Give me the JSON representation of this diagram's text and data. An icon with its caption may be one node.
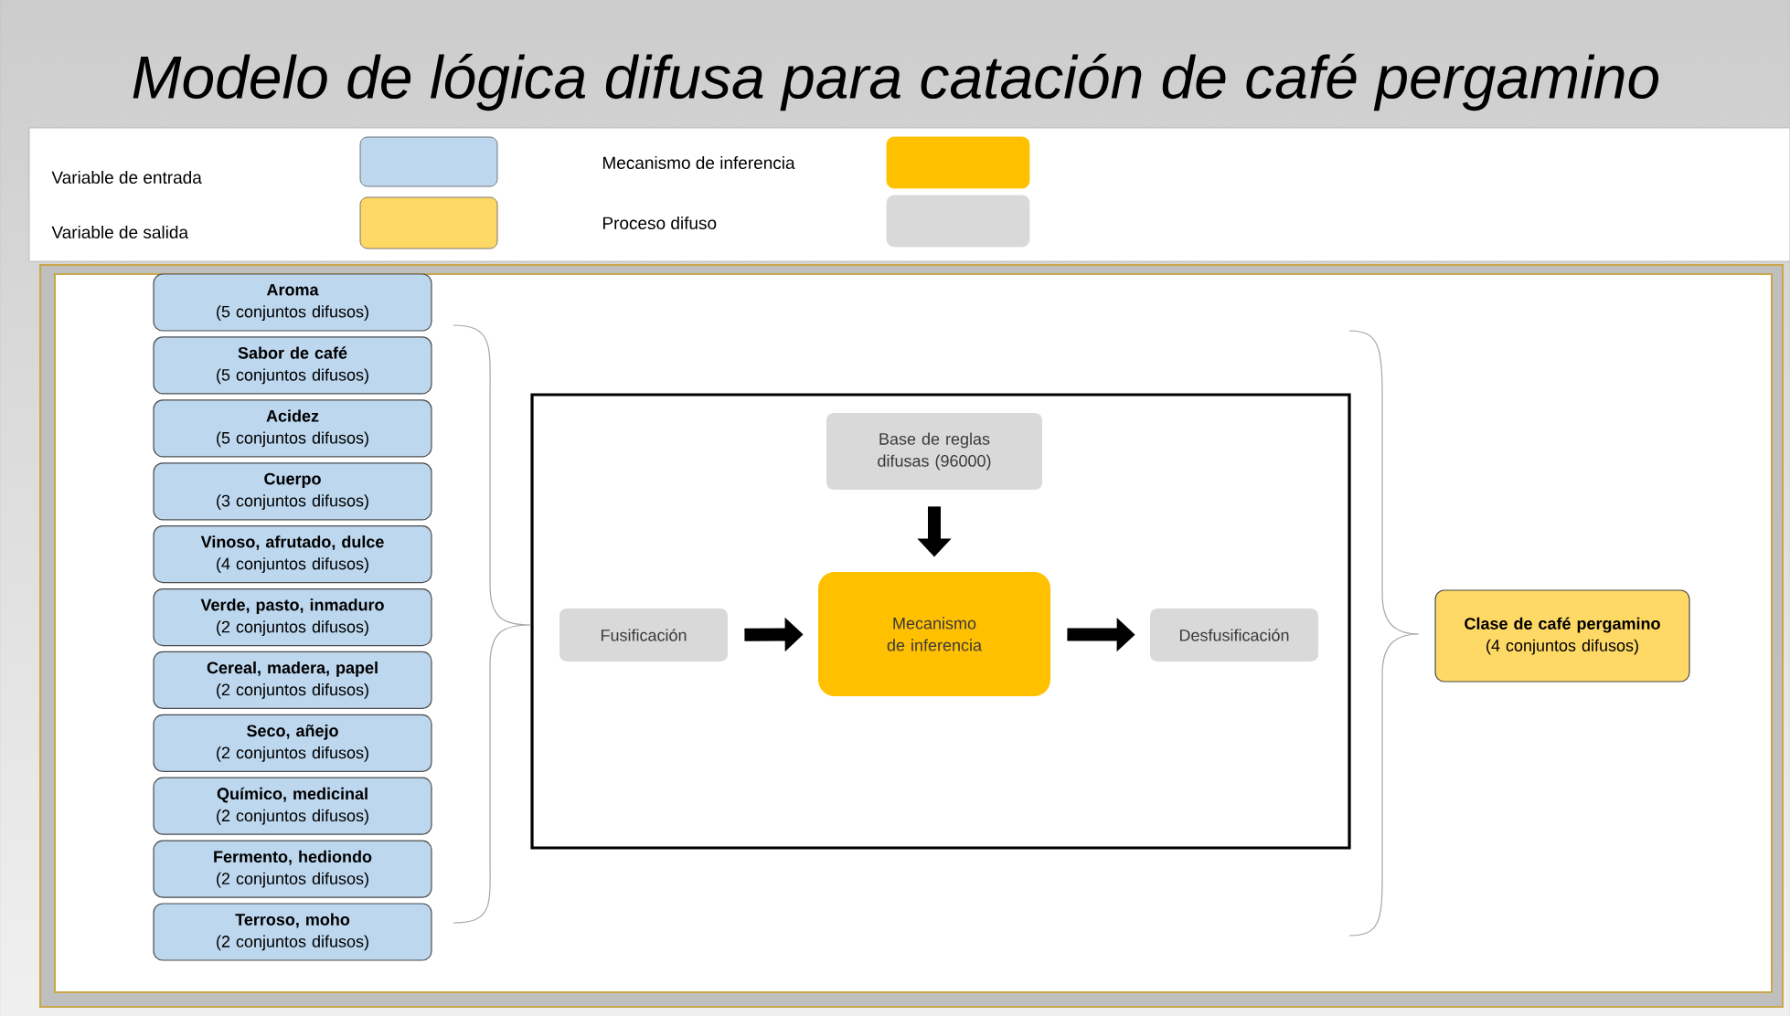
{
  "diagram": {
    "title": "Modelo de lógica difusa para catación de café pergamino",
    "nodes": [
      {
        "text": [
          "Aroma",
          "(5 conjuntos difusos)"
        ]
      },
      {
        "text": [
          "Sabor de café",
          "(5 conjuntos difusos)"
        ]
      },
      {
        "text": [
          "Acidez",
          "(5 conjuntos difusos)"
        ]
      },
      {
        "text": [
          "Cuerpo",
          "(3 conjuntos difusos)"
        ]
      },
      {
        "text": [
          "Vinoso, afrutado, dulce",
          "(4 conjuntos difusos)"
        ]
      },
      {
        "text": [
          "Verde, pasto, inmaduro",
          "(2 conjuntos difusos)"
        ]
      },
      {
        "text": [
          "Cereal, madera, papel",
          "(2 conjuntos difusos)"
        ]
      },
      {
        "text": [
          "Seco, añejo",
          "(2 conjuntos difusos)"
        ]
      },
      {
        "text": [
          "Químico, medicinal",
          "(2 conjuntos difusos)"
        ]
      },
      {
        "text": [
          "Fermento, hediondo",
          "(2 conjuntos difusos)"
        ]
      },
      {
        "text": [
          "Terroso, moho",
          "(2 conjuntos difusos)"
        ]
      },
      {
        "text": [],
        "shape": "box"
      },
      {
        "text": [
          "Base de reglas difusas (96000)"
        ],
        "in": 11
      },
      {
        "text": [
          "Fusificación"
        ],
        "in": 11
      },
      {
        "text": [
          "Mecanismo de inferencia"
        ],
        "in": 11
      },
      {
        "text": [
          "Desfusificación"
        ],
        "in": 11
      },
      {
        "text": [
          "Clase de café pergamino",
          "(4 conjuntos difusos)"
        ]
      }
    ],
    "edges": [
      {
        "from": 12,
        "to": 14,
        "arrow": "to"
      },
      {
        "from": 13,
        "to": 14,
        "arrow": "to"
      },
      {
        "from": 14,
        "to": 15,
        "arrow": "to"
      }
    ],
    "legend": [
      {
        "text": "Variable de entrada",
        "color": "#bdd7ee"
      },
      {
        "text": "Variable de salida",
        "color": "#ffd966"
      },
      {
        "text": "Mecanismo de inferencia",
        "color": "#ffc000"
      },
      {
        "text": "Proceso difuso",
        "color": "#d9d9d9"
      }
    ]
  }
}
